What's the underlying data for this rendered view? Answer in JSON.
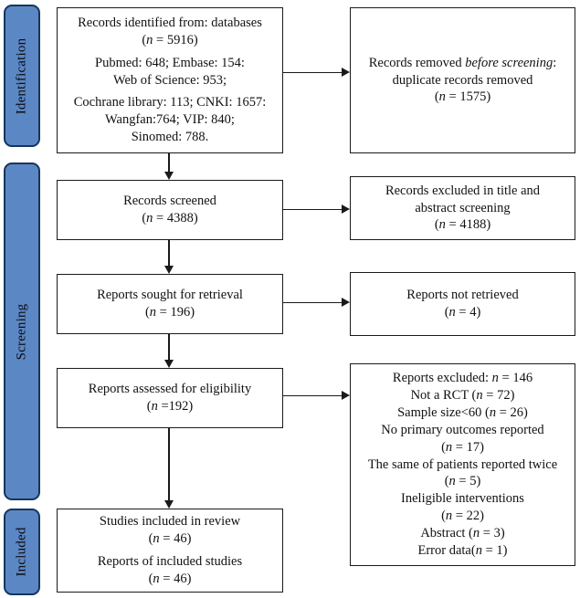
{
  "figure": {
    "kind": "PRISMA flow diagram",
    "colors": {
      "stage_fill": "#5b87c5",
      "stage_border": "#16365c",
      "box_border": "#1a1a1a",
      "line": "#1a1a1a",
      "text": "#111111"
    }
  },
  "sidebar": {
    "stages": [
      {
        "label": "Identification"
      },
      {
        "label": "Screening"
      },
      {
        "label": "Included"
      }
    ]
  },
  "boxes": {
    "identified": {
      "paragraphs": [
        [
          "Records identified from: databases",
          "(n = 5916)"
        ],
        [
          "Pubmed: 648; Embase: 154:",
          "Web of Science: 953;"
        ],
        [
          "Cochrane library: 113; CNKI: 1657:",
          "Wangfan:764; VIP: 840;",
          "Sinomed: 788."
        ]
      ]
    },
    "removed": {
      "paragraphs": [
        [
          {
            "parts": [
              {
                "t": "Records removed "
              },
              {
                "t": "before screening",
                "i": true
              },
              {
                "t": ":"
              }
            ]
          },
          "duplicate records removed",
          "(n = 1575)"
        ]
      ]
    },
    "screened": {
      "paragraphs": [
        [
          "Records screened",
          "(n = 4388)"
        ]
      ]
    },
    "excluded_title_abstract": {
      "paragraphs": [
        [
          "Records excluded in title and",
          "abstract screening",
          "(n = 4188)"
        ]
      ]
    },
    "sought": {
      "paragraphs": [
        [
          "Reports sought for retrieval",
          "(n = 196)"
        ]
      ]
    },
    "not_retrieved": {
      "paragraphs": [
        [
          "Reports not retrieved",
          "(n = 4)"
        ]
      ]
    },
    "assessed": {
      "paragraphs": [
        [
          "Reports assessed for eligibility",
          "(n =192)"
        ]
      ]
    },
    "excluded_eligibility": {
      "paragraphs": [
        [
          "Reports excluded: n = 146",
          "Not a RCT (n = 72)",
          "Sample size<60 (n = 26)",
          "No primary outcomes reported",
          "(n = 17)",
          "The same of patients reported twice",
          "(n = 5)",
          "Ineligible interventions",
          "(n = 22)",
          "Abstract (n = 3)",
          "Error data(n = 1)"
        ]
      ]
    },
    "included": {
      "paragraphs": [
        [
          "Studies included in review",
          "(n = 46)"
        ],
        [
          "Reports of included studies",
          "(n = 46)"
        ]
      ]
    }
  }
}
